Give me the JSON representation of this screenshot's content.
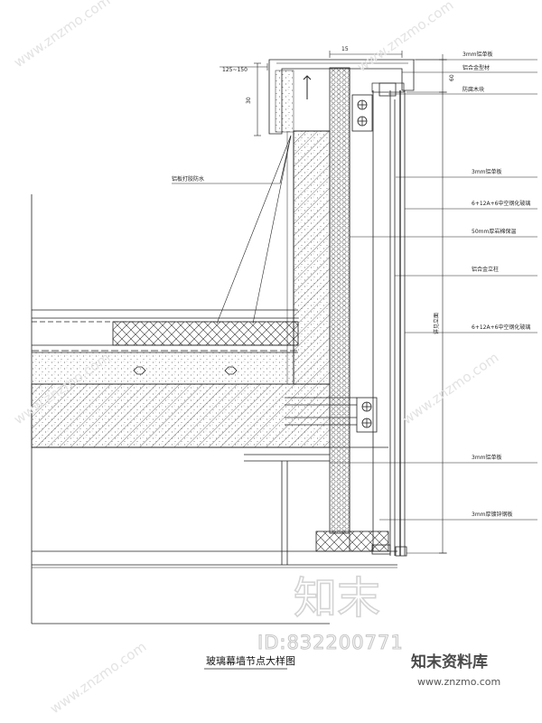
{
  "drawing": {
    "title": "玻璃幕墙节点大样图",
    "dimensions": {
      "top_width": "15",
      "left_offset": "125~150",
      "left_height": "30",
      "right_top": "60",
      "right_span": "详见立面"
    },
    "labels": [
      "3mm铝单板",
      "铝合金型材",
      "防腐木块",
      "铝板打胶防水",
      "3mm铝单板",
      "6+12A+6中空钢化玻璃",
      "50mm厚岩棉保温",
      "铝合金立柱",
      "6+12A+6中空钢化玻璃",
      "3mm铝单板",
      "3mm厚镀锌钢板"
    ]
  },
  "watermarks": {
    "big": "知末",
    "id": "ID:832200771",
    "brand": "知末资料库",
    "url": "www.znzmo.com",
    "diag": "www.znzmo.com"
  }
}
